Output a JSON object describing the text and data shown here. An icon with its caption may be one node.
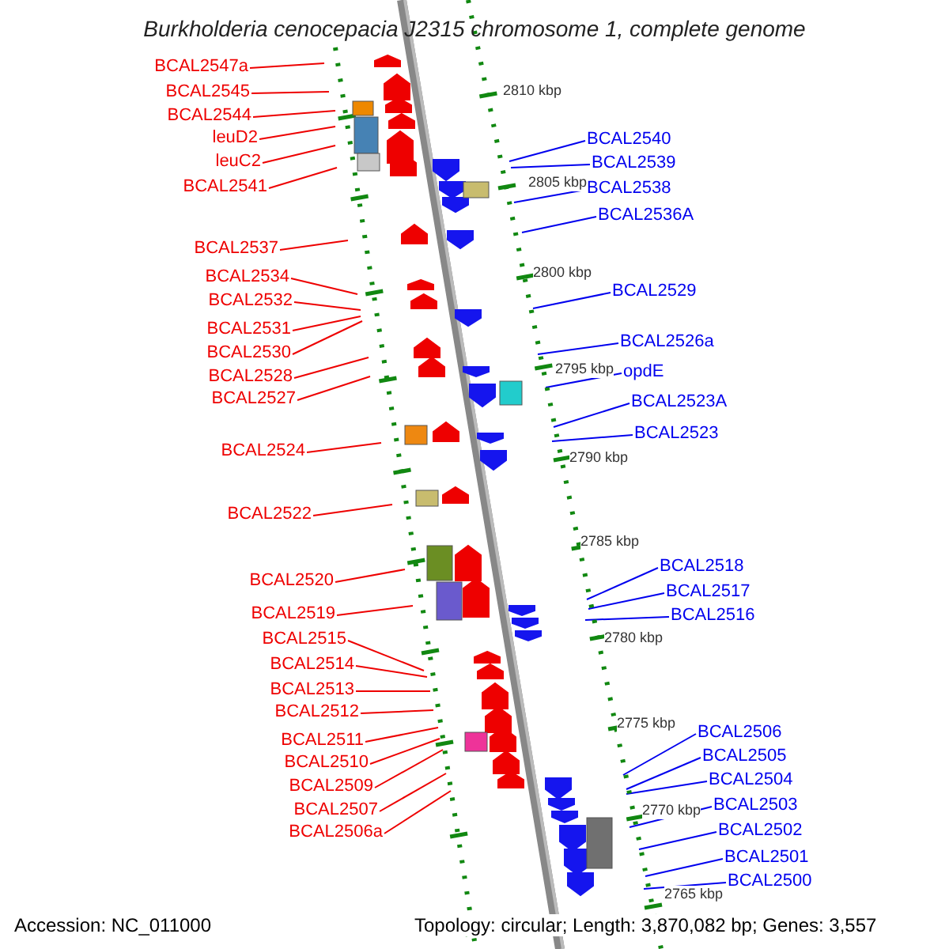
{
  "diagram": {
    "title": "Burkholderia cenocepacia J2315 chromosome 1, complete genome",
    "nodes": [
      {
        "text": [
          "BCAL2547a"
        ]
      },
      {
        "text": [
          "BCAL2545"
        ]
      },
      {
        "text": [
          "BCAL2544"
        ]
      },
      {
        "text": [
          "leuD2"
        ]
      },
      {
        "text": [
          "leuC2"
        ]
      },
      {
        "text": [
          "BCAL2541"
        ]
      },
      {
        "text": [
          "BCAL2537"
        ]
      },
      {
        "text": [
          "BCAL2534"
        ]
      },
      {
        "text": [
          "BCAL2532"
        ]
      },
      {
        "text": [
          "BCAL2531"
        ]
      },
      {
        "text": [
          "BCAL2530"
        ]
      },
      {
        "text": [
          "BCAL2528"
        ]
      },
      {
        "text": [
          "BCAL2527"
        ]
      },
      {
        "text": [
          "BCAL2524"
        ]
      },
      {
        "text": [
          "BCAL2522"
        ]
      },
      {
        "text": [
          "BCAL2520"
        ]
      },
      {
        "text": [
          "BCAL2519"
        ]
      },
      {
        "text": [
          "BCAL2515"
        ]
      },
      {
        "text": [
          "BCAL2514"
        ]
      },
      {
        "text": [
          "BCAL2513"
        ]
      },
      {
        "text": [
          "BCAL2512"
        ]
      },
      {
        "text": [
          "BCAL2511"
        ]
      },
      {
        "text": [
          "BCAL2510"
        ]
      },
      {
        "text": [
          "BCAL2509"
        ]
      },
      {
        "text": [
          "BCAL2507"
        ]
      },
      {
        "text": [
          "BCAL2506a"
        ]
      },
      {
        "text": [
          "BCAL2540"
        ]
      },
      {
        "text": [
          "BCAL2539"
        ]
      },
      {
        "text": [
          "BCAL2538"
        ]
      },
      {
        "text": [
          "BCAL2536A"
        ]
      },
      {
        "text": [
          "BCAL2529"
        ]
      },
      {
        "text": [
          "BCAL2526a"
        ]
      },
      {
        "text": [
          "opdE"
        ]
      },
      {
        "text": [
          "BCAL2523A"
        ]
      },
      {
        "text": [
          "BCAL2523"
        ]
      },
      {
        "text": [
          "BCAL2518"
        ]
      },
      {
        "text": [
          "BCAL2517"
        ]
      },
      {
        "text": [
          "BCAL2516"
        ]
      },
      {
        "text": [
          "BCAL2506"
        ]
      },
      {
        "text": [
          "BCAL2505"
        ]
      },
      {
        "text": [
          "BCAL2504"
        ]
      },
      {
        "text": [
          "BCAL2503"
        ]
      },
      {
        "text": [
          "BCAL2502"
        ]
      },
      {
        "text": [
          "BCAL2501"
        ]
      },
      {
        "text": [
          "BCAL2500"
        ]
      }
    ],
    "edges": [
      {
        "from": 0,
        "to": null,
        "arrow": "none"
      },
      {
        "from": 1,
        "to": null,
        "arrow": "none"
      },
      {
        "from": 2,
        "to": null,
        "arrow": "none"
      },
      {
        "from": 3,
        "to": null,
        "arrow": "none"
      },
      {
        "from": 4,
        "to": null,
        "arrow": "none"
      },
      {
        "from": 5,
        "to": null,
        "arrow": "none"
      },
      {
        "from": 6,
        "to": null,
        "arrow": "none"
      },
      {
        "from": 7,
        "to": null,
        "arrow": "none"
      },
      {
        "from": 8,
        "to": null,
        "arrow": "none"
      },
      {
        "from": 9,
        "to": null,
        "arrow": "none"
      },
      {
        "from": 10,
        "to": null,
        "arrow": "none"
      },
      {
        "from": 11,
        "to": null,
        "arrow": "none"
      },
      {
        "from": 12,
        "to": null,
        "arrow": "none"
      },
      {
        "from": 13,
        "to": null,
        "arrow": "none"
      },
      {
        "from": 14,
        "to": null,
        "arrow": "none"
      },
      {
        "from": 15,
        "to": null,
        "arrow": "none"
      },
      {
        "from": 16,
        "to": null,
        "arrow": "none"
      },
      {
        "from": 17,
        "to": null,
        "arrow": "none"
      },
      {
        "from": 18,
        "to": null,
        "arrow": "none"
      },
      {
        "from": 19,
        "to": null,
        "arrow": "none"
      },
      {
        "from": 20,
        "to": null,
        "arrow": "none"
      },
      {
        "from": 21,
        "to": null,
        "arrow": "none"
      },
      {
        "from": 22,
        "to": null,
        "arrow": "none"
      },
      {
        "from": 23,
        "to": null,
        "arrow": "none"
      },
      {
        "from": 24,
        "to": null,
        "arrow": "none"
      },
      {
        "from": 25,
        "to": null,
        "arrow": "none"
      },
      {
        "from": 26,
        "to": null,
        "arrow": "none",
        "color": "#0000ee"
      },
      {
        "from": 27,
        "to": null,
        "arrow": "none",
        "color": "#0000ee"
      },
      {
        "from": 28,
        "to": null,
        "arrow": "none",
        "color": "#0000ee"
      },
      {
        "from": 29,
        "to": null,
        "arrow": "none",
        "color": "#0000ee"
      },
      {
        "from": 30,
        "to": null,
        "arrow": "none",
        "color": "#0000ee"
      },
      {
        "from": 31,
        "to": null,
        "arrow": "none",
        "color": "#0000ee"
      },
      {
        "from": 32,
        "to": null,
        "arrow": "none",
        "color": "#0000ee"
      },
      {
        "from": 33,
        "to": null,
        "arrow": "none",
        "color": "#0000ee"
      },
      {
        "from": 34,
        "to": null,
        "arrow": "none",
        "color": "#0000ee"
      },
      {
        "from": 35,
        "to": null,
        "arrow": "none",
        "color": "#0000ee"
      },
      {
        "from": 36,
        "to": null,
        "arrow": "none",
        "color": "#0000ee"
      },
      {
        "from": 37,
        "to": null,
        "arrow": "none",
        "color": "#0000ee"
      },
      {
        "from": 38,
        "to": null,
        "arrow": "none",
        "color": "#0000ee"
      },
      {
        "from": 39,
        "to": null,
        "arrow": "none",
        "color": "#0000ee"
      },
      {
        "from": 40,
        "to": null,
        "arrow": "none",
        "color": "#0000ee"
      },
      {
        "from": 41,
        "to": null,
        "arrow": "none",
        "color": "#0000ee"
      },
      {
        "from": 42,
        "to": null,
        "arrow": "none",
        "color": "#0000ee"
      },
      {
        "from": 43,
        "to": null,
        "arrow": "none",
        "color": "#0000ee"
      },
      {
        "from": 44,
        "to": null,
        "arrow": "none",
        "color": "#0000ee"
      }
    ],
    "labels": [
      "2810 kbp",
      "2805 kbp",
      "2800 kbp",
      "2795 kbp",
      "2790 kbp",
      "2785 kbp",
      "2780 kbp",
      "2775 kbp",
      "2770 kbp",
      "2765 kbp",
      "Accession: NC_011000",
      "Topology: circular; Length: 3,870,082 bp; Genes: 3,557"
    ]
  }
}
